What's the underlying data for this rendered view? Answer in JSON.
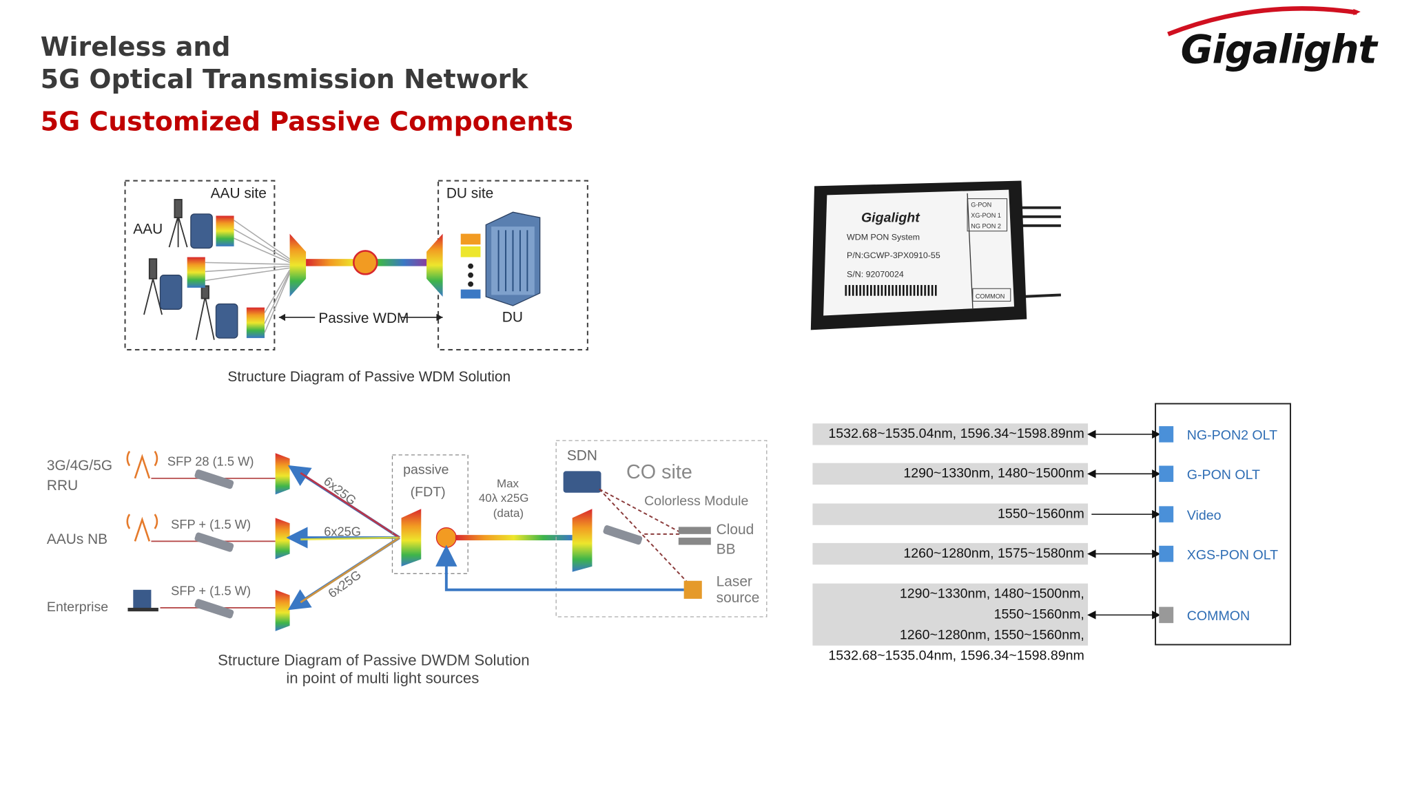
{
  "header": {
    "title_line1": "Wireless and",
    "title_line2": "5G Optical Transmission Network",
    "subtitle": "5G Customized Passive Components",
    "logo_text": "Gigalight"
  },
  "wdm_diagram": {
    "aau_site": "AAU site",
    "du_site": "DU site",
    "aau": "AAU",
    "du": "DU",
    "passive_wdm": "Passive WDM",
    "caption": "Structure Diagram of Passive WDM Solution"
  },
  "dwdm_diagram": {
    "rru": "3G/4G/5G\nRRU",
    "rru_l1": "3G/4G/5G",
    "rru_l2": "RRU",
    "aaus_nb": "AAUs NB",
    "enterprise": "Enterprise",
    "sfp28": "SFP 28 (1.5 W)",
    "sfp_plus_1": "SFP + (1.5 W)",
    "sfp_plus_2": "SFP + (1.5 W)",
    "link_label": "6x25G",
    "passive": "passive",
    "fdt": "(FDT)",
    "max_l1": "Max",
    "max_l2": "40λ x25G",
    "max_l3": "(data)",
    "sdn": "SDN",
    "co_site": "CO site",
    "colorless": "Colorless Module",
    "cloud_l1": "Cloud",
    "cloud_l2": "BB",
    "laser_l1": "Laser",
    "laser_l2": "source",
    "caption_l1": "Structure Diagram of Passive DWDM Solution",
    "caption_l2": "in point of multi light sources"
  },
  "device": {
    "brand": "Gigalight",
    "system": "WDM PON System",
    "pn": "P/N:GCWP-3PX0910-55",
    "sn": "S/N: 92070024",
    "port1": "G-PON",
    "port2": "XG-PON 1",
    "port3": "NG PON 2",
    "port_common": "COMMON"
  },
  "port_map": {
    "rows": [
      {
        "wavelengths": [
          "1532.68~1535.04nm, 1596.34~1598.89nm"
        ],
        "port": "NG-PON2 OLT",
        "color": "#4a90d9"
      },
      {
        "wavelengths": [
          "1290~1330nm, 1480~1500nm"
        ],
        "port": "G-PON OLT",
        "color": "#4a90d9"
      },
      {
        "wavelengths": [
          "1550~1560nm"
        ],
        "port": "Video",
        "color": "#4a90d9"
      },
      {
        "wavelengths": [
          "1260~1280nm, 1575~1580nm"
        ],
        "port": "XGS-PON OLT",
        "color": "#4a90d9"
      },
      {
        "wavelengths": [
          "1290~1330nm, 1480~1500nm, 1550~1560nm,",
          "1260~1280nm, 1550~1560nm,",
          "1532.68~1535.04nm, 1596.34~1598.89nm"
        ],
        "port": "COMMON",
        "color": "#999999"
      }
    ]
  },
  "colors": {
    "accent_red": "#c00000",
    "title_gray": "#3a3a3a",
    "port_blue": "#4a90d9",
    "port_label": "#2e6db4"
  }
}
